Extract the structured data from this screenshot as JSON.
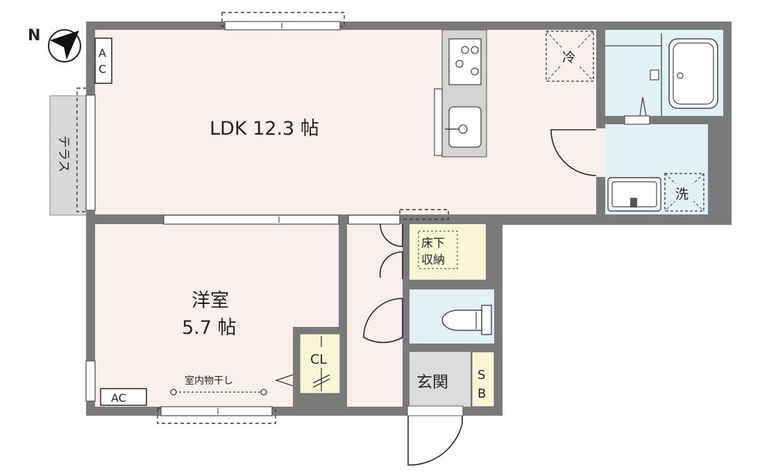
{
  "compass": {
    "north": "N"
  },
  "rooms": {
    "ldk": {
      "name": "LDK 12.3 帖"
    },
    "western": {
      "line1": "洋室",
      "line2": "5.7 帖"
    },
    "entrance": {
      "name": "玄関"
    }
  },
  "labels": {
    "ac_ldk_1": "A",
    "ac_ldk_2": "C",
    "ac_western": "AC",
    "terrace": "テラス",
    "refrigerator": "冷",
    "washer": "洗",
    "underfloor_1": "床下",
    "underfloor_2": "収納",
    "closet": "CL",
    "shoe_box_1": "S",
    "shoe_box_2": "B",
    "drying": "室内物干し"
  },
  "colors": {
    "wall": "#7a7a7a",
    "room_floor": "#fbefee",
    "wet_area": "#e2f1f4",
    "storage": "#fbf5d6",
    "entrance": "#dcdcdc",
    "terrace": "#d8d8d8"
  }
}
